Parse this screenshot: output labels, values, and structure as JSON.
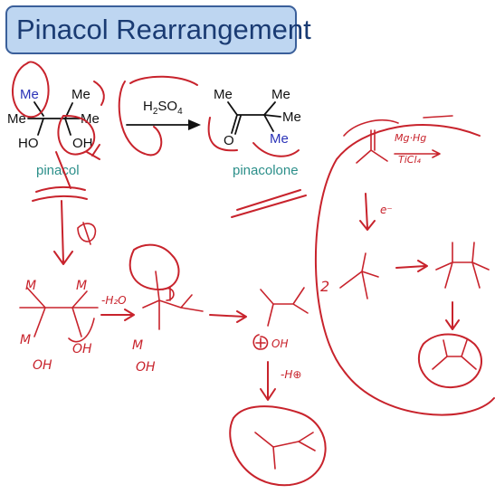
{
  "slide": {
    "title": "Pinacol Rearrangement"
  },
  "reactant": {
    "top_left": "Me",
    "top_right": "Me",
    "mid_left": "Me",
    "mid_right": "Me",
    "oh_left": "HO",
    "oh_right": "OH",
    "name": "pinacol"
  },
  "reagent": {
    "formula_main": "H",
    "formula_sub1": "2",
    "formula_mid": "SO",
    "formula_sub2": "4"
  },
  "product": {
    "top_left": "Me",
    "top_right": "Me",
    "right": "Me",
    "carbonyl_o": "O",
    "migrated": "Me",
    "name": "pinacolone"
  },
  "colors": {
    "title_bg": "#bed6f1",
    "title_border": "#3a5f9a",
    "title_text": "#1a3b73",
    "migrating_group": "#2b33b8",
    "compound_name": "#2c8f8a",
    "annotation_ink": "#c8232c"
  }
}
